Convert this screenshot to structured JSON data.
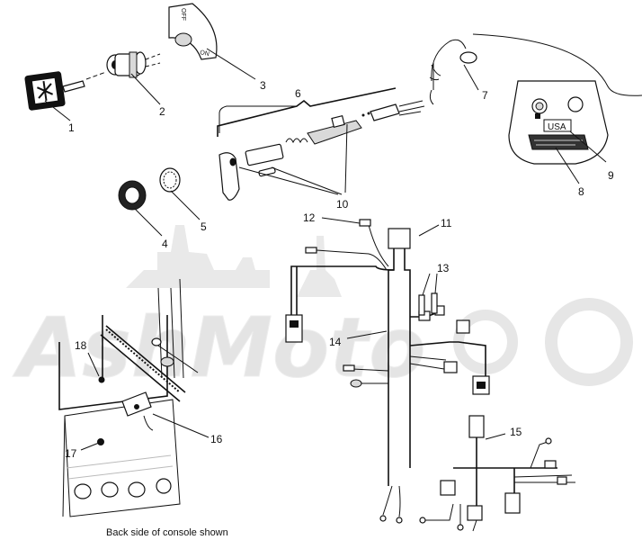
{
  "watermark": {
    "text": "AshMoto"
  },
  "switch_plate": {
    "off_label": "OFF",
    "on_label": "ON"
  },
  "usa_label": {
    "text": "USA"
  },
  "caption": "Back side of console shown",
  "callouts": {
    "c1": "1",
    "c2": "2",
    "c3": "3",
    "c4": "4",
    "c5": "5",
    "c6": "6",
    "c7": "7",
    "c8": "8",
    "c9": "9",
    "c10": "10",
    "c11": "11",
    "c12": "12",
    "c13": "13",
    "c14": "14",
    "c15": "15",
    "c16": "16",
    "c17": "17",
    "c18": "18"
  }
}
